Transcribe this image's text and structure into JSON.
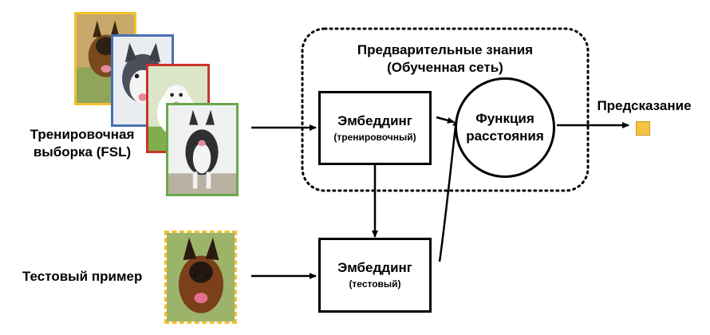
{
  "prior_knowledge": {
    "title_line1": "Предварительные знания",
    "title_line2": "(Обученная сеть)"
  },
  "training": {
    "label_line1": "Тренировочная",
    "label_line2": "выборка (FSL)",
    "frame_colors": [
      "#f2c12e",
      "#4a6fb5",
      "#c9342b",
      "#6aa84f"
    ]
  },
  "test": {
    "label": "Тестовый пример",
    "frame_color": "#f2c12e"
  },
  "embedding_train": {
    "title": "Эмбеддинг",
    "subtitle": "(тренировочный)"
  },
  "embedding_test": {
    "title": "Эмбеддинг",
    "subtitle": "(тестовый)"
  },
  "distance": {
    "line1": "Функция",
    "line2": "расстояния"
  },
  "prediction": {
    "label": "Предсказание",
    "marker_color": "#f7c342"
  }
}
